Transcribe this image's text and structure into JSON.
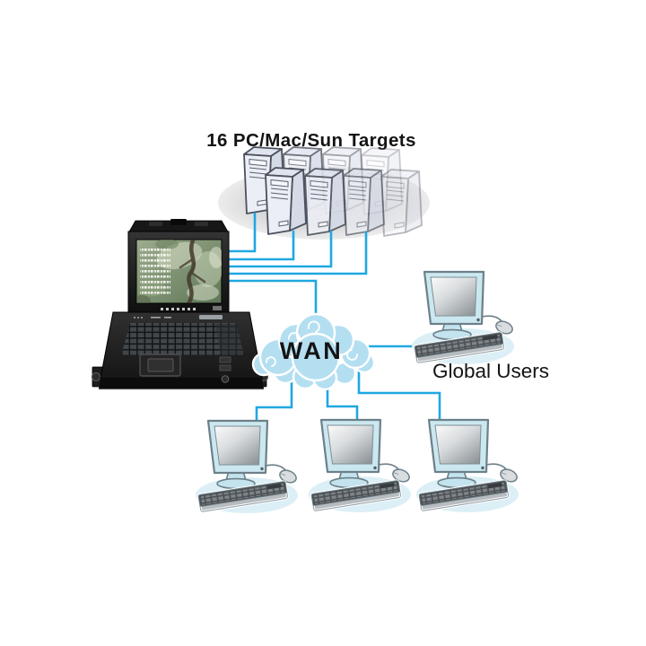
{
  "labels": {
    "title": "16 PC/Mac/Sun Targets",
    "wan": "WAN",
    "global_users": "Global Users"
  },
  "counts": {
    "server_towers_visible": 8,
    "kvm_consoles": 1,
    "local_user_stations": 3,
    "global_user_stations": 1
  },
  "icons": {
    "server_cluster": "server-tower-icons",
    "kvm_console": "rack-lcd-kvm-console-icon",
    "wan": "cloud-icon",
    "user_station": "desktop-computer-icon"
  },
  "colors": {
    "background": "#ffffff",
    "connection_line": "#1fa8e1",
    "cloud_fill": "#b4dff1",
    "cloud_outline": "#ffffff",
    "label_text": "#141414",
    "server_shadow": "#d5d5d5",
    "client_shadow": "#dceff6",
    "monitor_frame": "#cbe7f0",
    "monitor_outline": "#6d8089",
    "console_black": "#1a1a1a"
  }
}
